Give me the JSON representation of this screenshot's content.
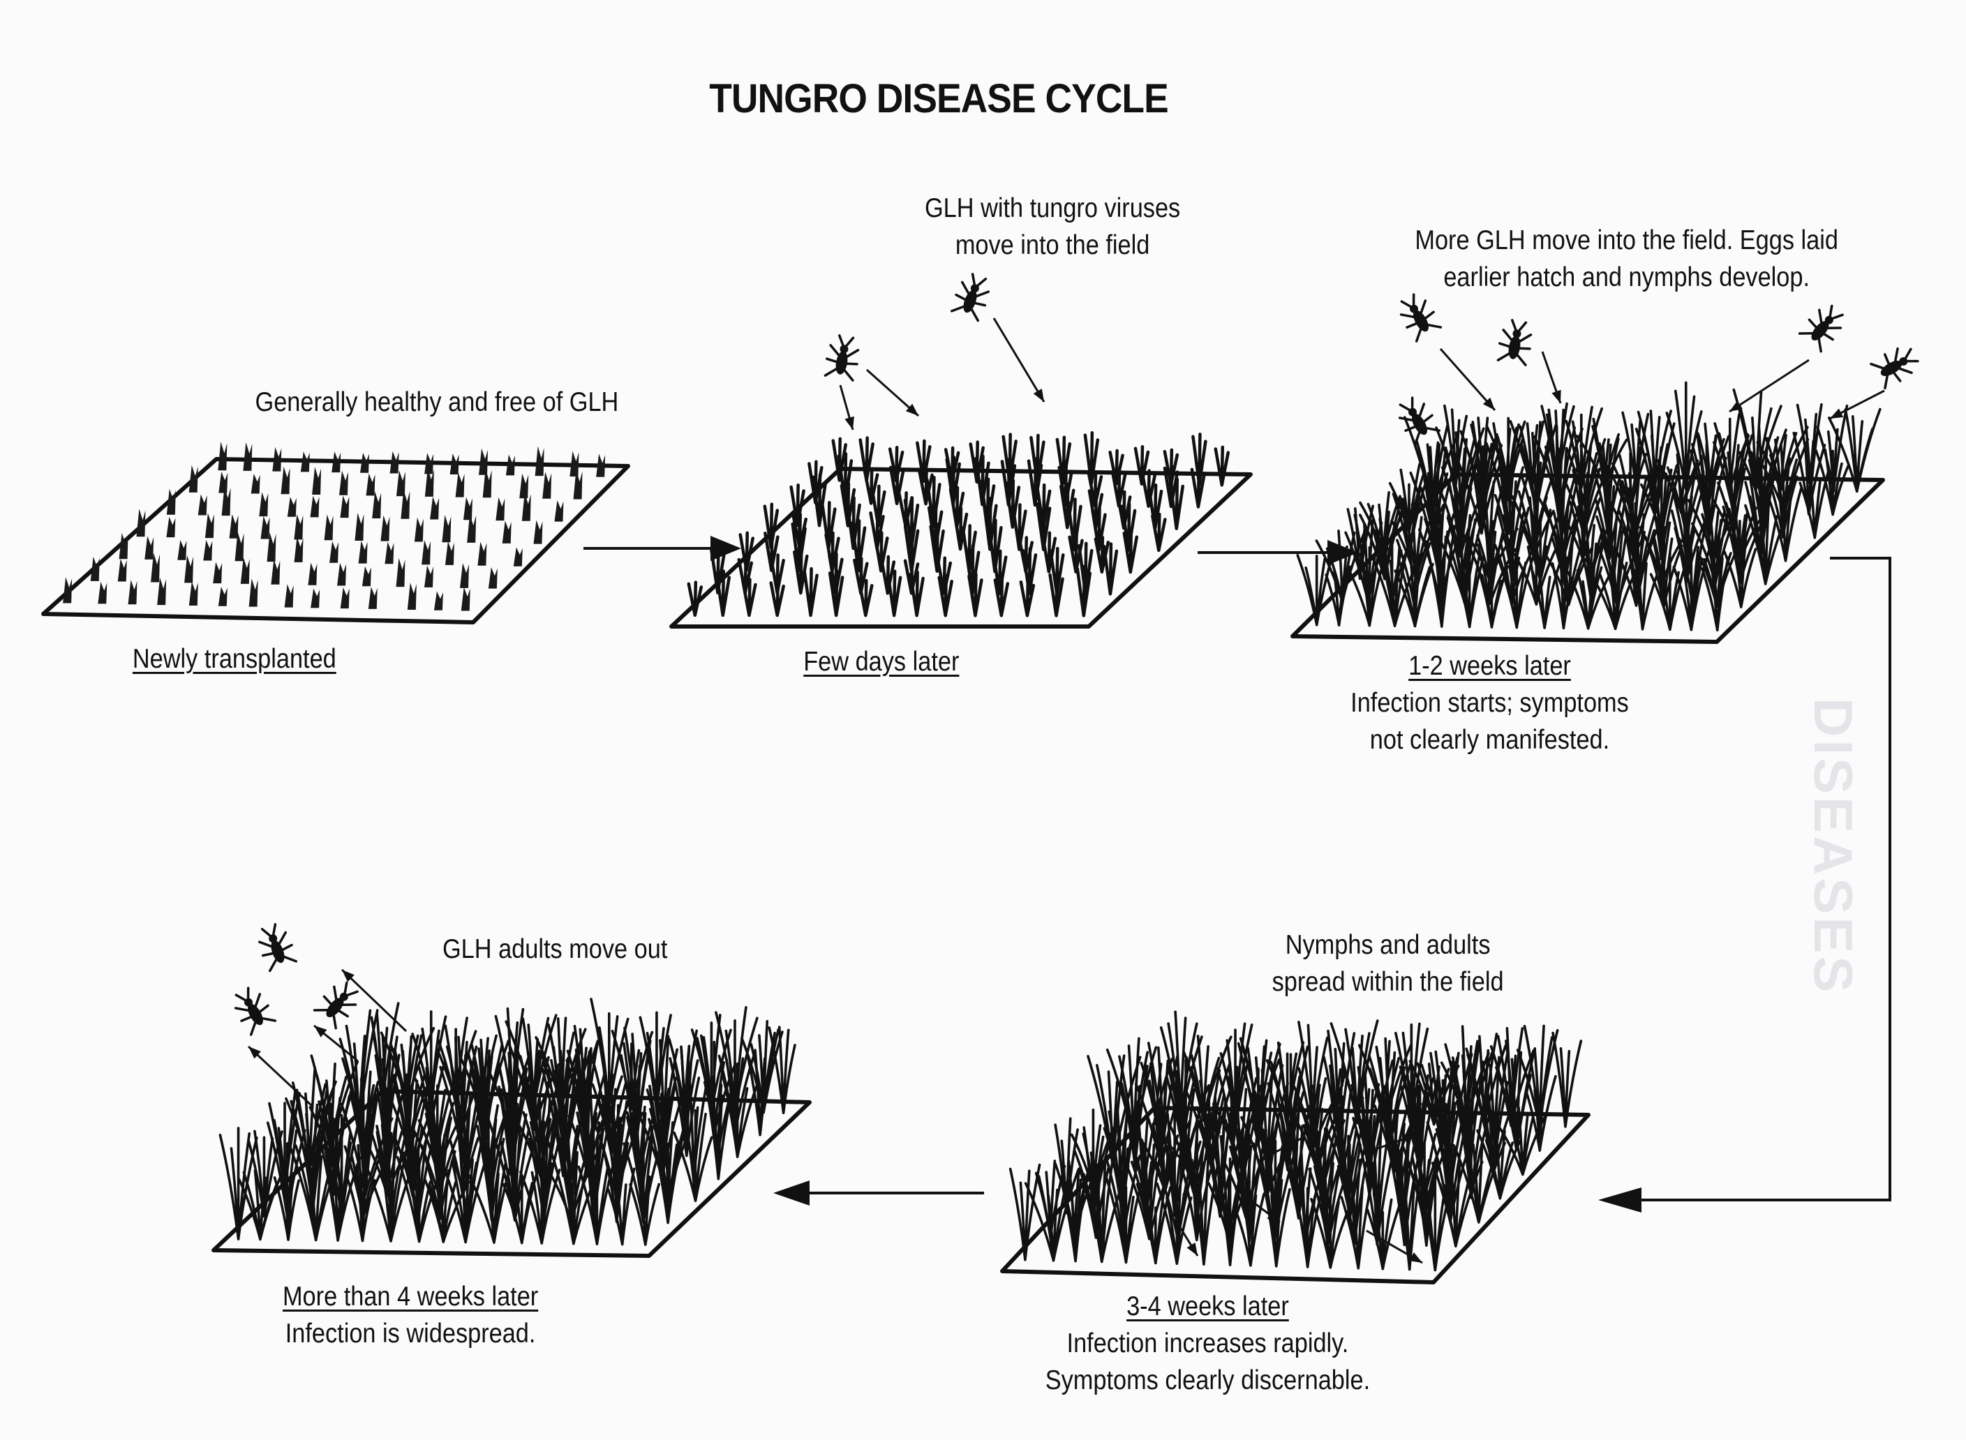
{
  "title": "TUNGRO DISEASE CYCLE",
  "panels": [
    {
      "id": "newly-transplanted",
      "note": "Generally healthy and free of GLH",
      "stage": "Newly transplanted",
      "details": []
    },
    {
      "id": "few-days-later",
      "note": "GLH with tungro viruses\nmove into the field",
      "stage": "Few days later",
      "details": []
    },
    {
      "id": "one-two-weeks-later",
      "note": "More GLH move into the field. Eggs laid\nearlier hatch and nymphs develop.",
      "stage": "1-2 weeks later",
      "details": [
        "Infection starts; symptoms",
        "not clearly manifested."
      ]
    },
    {
      "id": "three-four-weeks-later",
      "note": "Nymphs and adults\nspread within the field",
      "stage": "3-4 weeks later",
      "details": [
        "Infection increases rapidly.",
        "Symptoms clearly discernable."
      ]
    },
    {
      "id": "more-than-four-weeks-later",
      "note": "GLH adults move out",
      "stage": "More than 4 weeks later",
      "details": [
        "Infection is widespread."
      ]
    }
  ],
  "side_text": "DISEASES"
}
